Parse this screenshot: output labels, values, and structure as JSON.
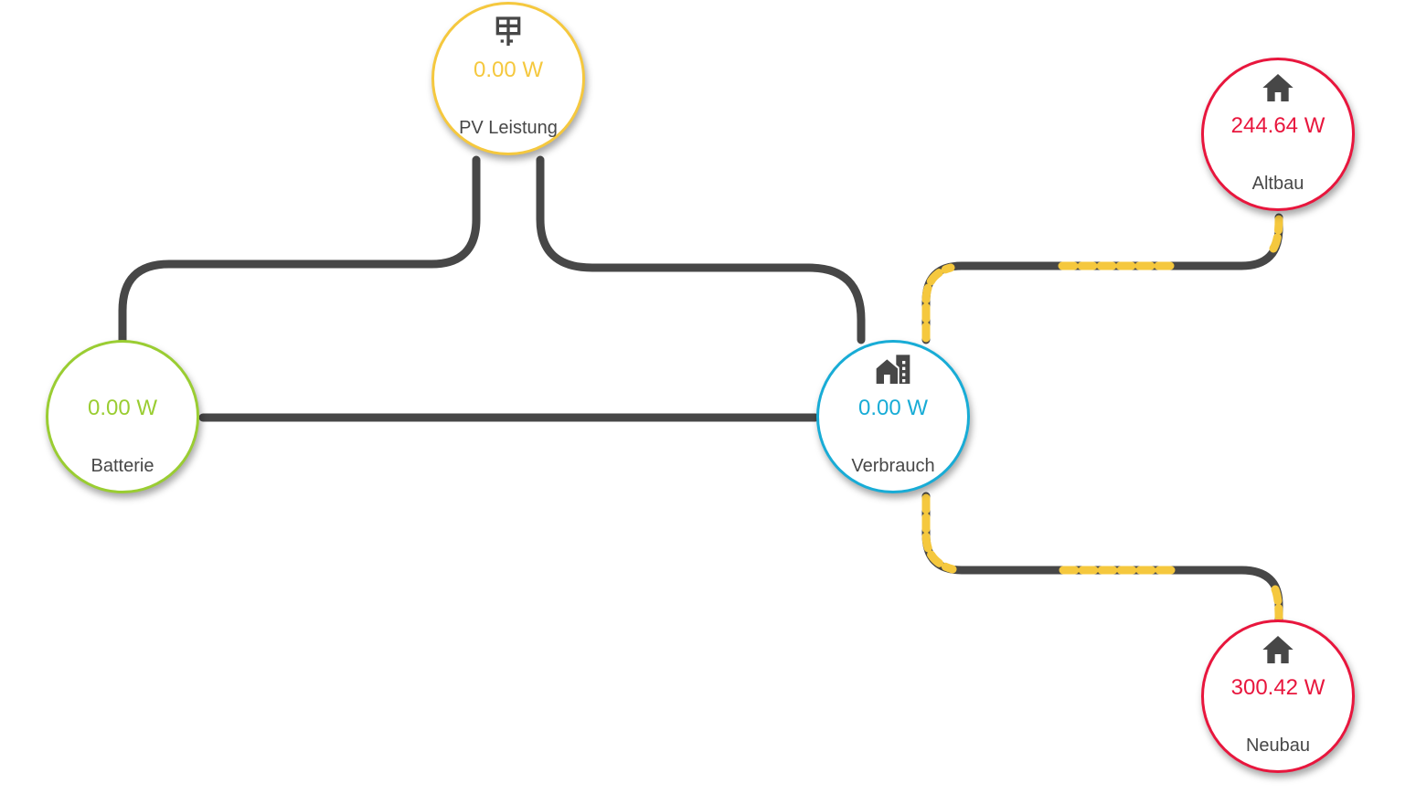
{
  "nodes": {
    "pv": {
      "value": "0.00 W",
      "label": "PV Leistung",
      "icon": "solar-panel-icon",
      "color": "#f5c83e"
    },
    "battery": {
      "value": "0.00 W",
      "label": "Batterie",
      "color": "#9acd32"
    },
    "consumption": {
      "value": "0.00 W",
      "label": "Verbrauch",
      "icon": "home-city-icon",
      "color": "#18acd6"
    },
    "altbau": {
      "value": "244.64 W",
      "label": "Altbau",
      "icon": "home-icon",
      "color": "#e8163d"
    },
    "neubau": {
      "value": "300.42 W",
      "label": "Neubau",
      "icon": "home-icon",
      "color": "#e8163d"
    }
  },
  "colors": {
    "line": "#474747",
    "flow_dots": "#f5c83e"
  }
}
